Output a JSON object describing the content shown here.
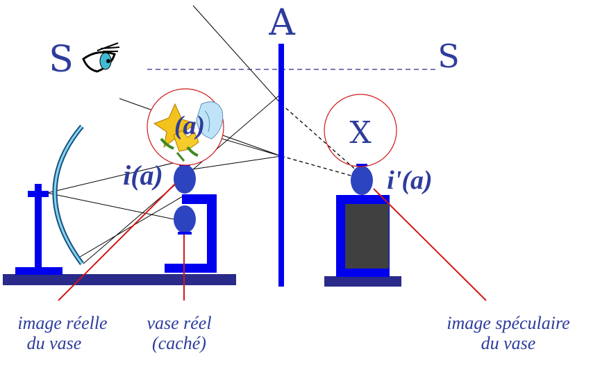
{
  "labels": {
    "letter_a": "A",
    "letter_s_left": "S",
    "letter_s_right": "S",
    "letter_x": "X",
    "a_in_circle": "(a)",
    "i_a": "i(a)",
    "i_prime_a": "i'(a)",
    "image_reelle_line1": "image réelle",
    "image_reelle_line2": "du vase",
    "vase_reel_line1": "vase réel",
    "vase_reel_line2": "(caché)",
    "image_speculaire_line1": "image spéculaire",
    "image_speculaire_line2": "du vase"
  },
  "colors": {
    "blue": "#0000ee",
    "navy": "#2a2a8a",
    "text_blue": "#2d3c9c",
    "red": "#d01818",
    "cyan": "#3fbcd4",
    "gray": "#404040",
    "line": "#000000"
  },
  "icons": {
    "eye": "eye-icon",
    "flowers": "flower-bouquet-icon"
  }
}
